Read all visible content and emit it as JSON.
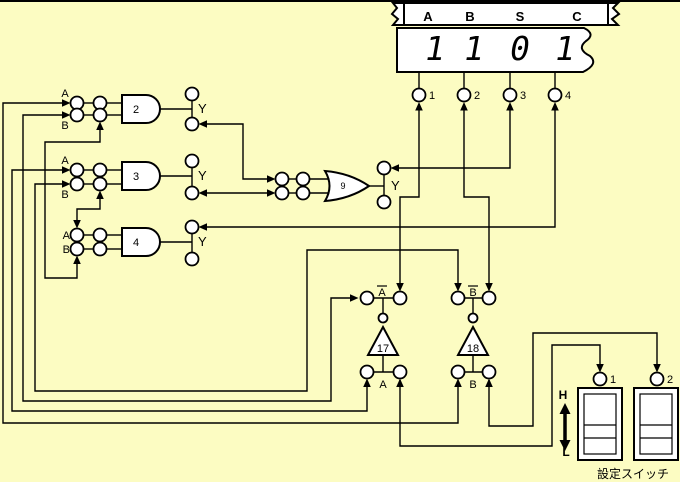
{
  "tape": {
    "col1": "A",
    "col2": "B",
    "col3": "S",
    "col4": "C"
  },
  "display": {
    "d1": "1",
    "d2": "1",
    "d3": "0",
    "d4": "1"
  },
  "terminals": {
    "t1": "1",
    "t2": "2",
    "t3": "3",
    "t4": "4"
  },
  "gates": {
    "g2": "2",
    "g3": "3",
    "g4": "4",
    "g9": "9",
    "g17": "17",
    "g18": "18"
  },
  "pins": {
    "a": "A",
    "b": "B",
    "y": "Y",
    "a_bar": "A",
    "b_bar": "B"
  },
  "switch_panel": {
    "high": "H",
    "low": "L",
    "s1": "1",
    "s2": "2",
    "caption": "設定スイッチ"
  },
  "colors": {
    "background": "#fcfcc2",
    "line": "#000000",
    "device_fill": "#ffffff"
  }
}
